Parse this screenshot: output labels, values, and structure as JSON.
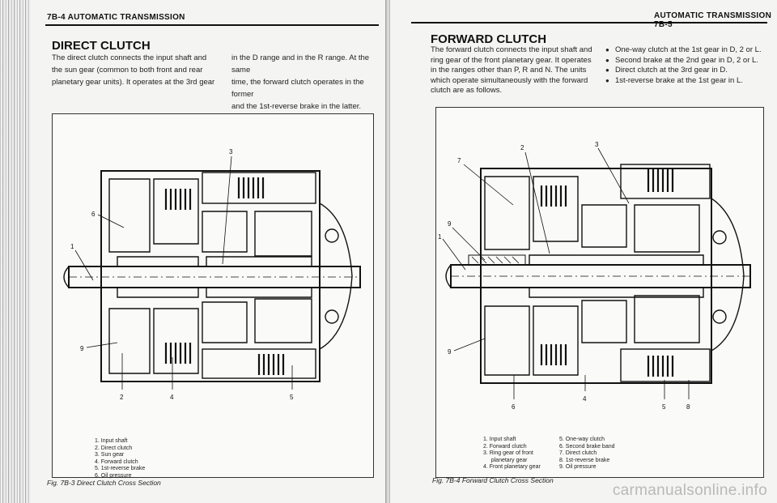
{
  "left_page": {
    "header": "7B-4 AUTOMATIC TRANSMISSION",
    "title": "DIRECT CLUTCH",
    "col1_lines": [
      "The direct clutch connects the input shaft and",
      "the sun gear (common to both front and rear",
      "planetary gear units). It operates at the 3rd gear"
    ],
    "col2_lines": [
      "in the D range and in the R range. At the same",
      "time, the forward clutch operates in the former",
      "and the 1st-reverse brake in the latter."
    ],
    "callouts": [
      "3",
      "6",
      "1",
      "9",
      "2",
      "4",
      "5"
    ],
    "legend": [
      "1.  Input shaft",
      "2.  Direct clutch",
      "3.  Sun gear",
      "4.  Forward clutch",
      "5.  1st-reverse brake",
      "6.  Oil pressure"
    ],
    "caption": "Fig. 7B-3  Direct Clutch Cross Section"
  },
  "right_page": {
    "header": "AUTOMATIC TRANSMISSION 7B-5",
    "title": "FORWARD CLUTCH",
    "text_lines": [
      "The forward clutch connects the input shaft and",
      "ring gear of the front planetary gear. It operates",
      "in the ranges other than P, R and N. The units",
      "which operate simultaneously with the forward",
      "clutch are as follows."
    ],
    "bullets": [
      "One-way clutch at the 1st gear in D, 2 or L.",
      "Second brake at the 2nd gear in D, 2 or L.",
      "Direct clutch at the 3rd gear in D.",
      "1st-reverse brake at the 1st gear in L."
    ],
    "callouts": [
      "2",
      "3",
      "7",
      "9",
      "1",
      "9",
      "6",
      "4",
      "5",
      "8"
    ],
    "legend_col1": [
      "1.  Input shaft",
      "2.  Forward clutch",
      "3.  Ring gear of front",
      "     planetary gear",
      "4.  Front planetary gear"
    ],
    "legend_col2": [
      "5.  One-way clutch",
      "6.  Second brake band",
      "7.  Direct clutch",
      "8.  1st-reverse brake",
      "9.  Oil pressure"
    ],
    "caption": "Fig. 7B-4  Forward Clutch Cross Section"
  },
  "watermark": "carmanualsonline.info"
}
